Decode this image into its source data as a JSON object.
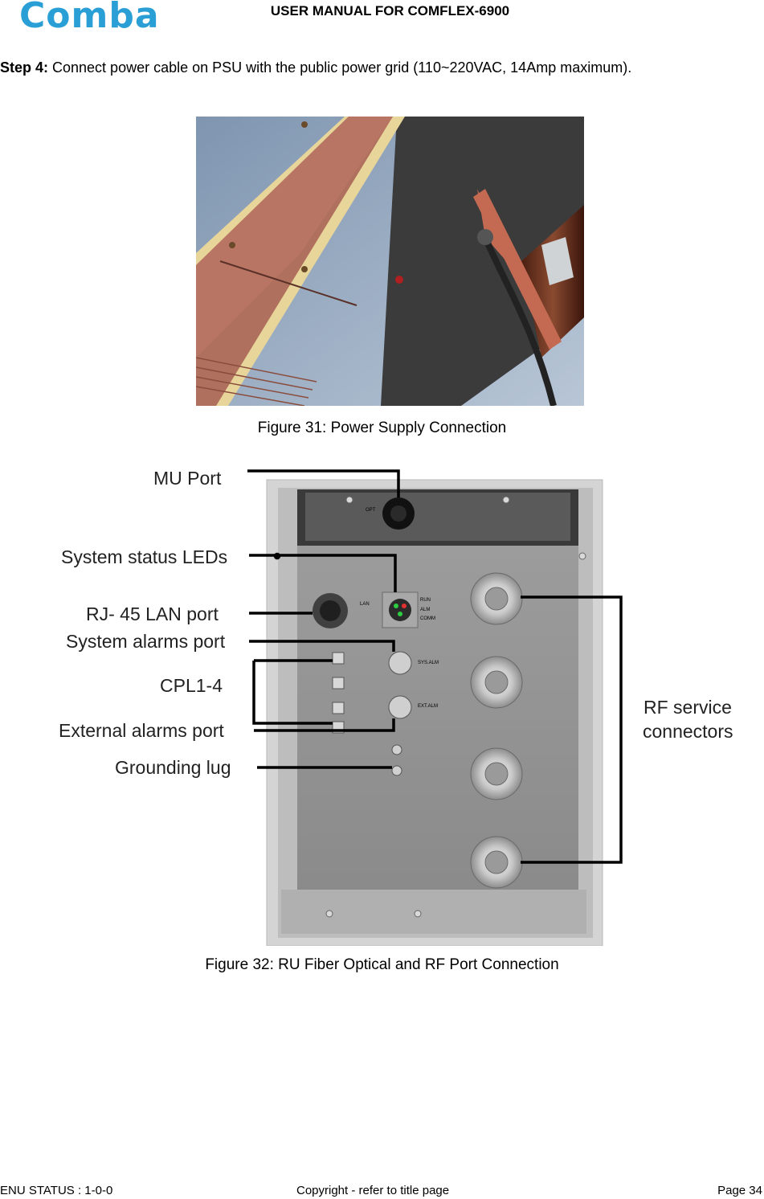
{
  "header": {
    "logo_text": "Comba",
    "title": "USER MANUAL FOR COMFLEX-6900"
  },
  "step": {
    "label": "Step 4:",
    "text": " Connect power cable on PSU with the public power grid (110~220VAC, 14Amp maximum)."
  },
  "figure31": {
    "caption": "Figure 31: Power Supply Connection"
  },
  "figure32": {
    "caption": "Figure 32:  RU Fiber Optical and RF Port Connection",
    "callouts": {
      "mu_port": "MU Port",
      "status_leds": "System status LEDs",
      "rj45": "RJ- 45 LAN port",
      "sys_alarms": "System alarms port",
      "cpl": "CPL1-4",
      "ext_alarms": "External  alarms port",
      "grounding": "Grounding lug",
      "rf_line1": "RF service",
      "rf_line2": "connectors"
    },
    "panel_labels": {
      "opt": "OPT",
      "lan": "LAN",
      "run": "RUN",
      "alm": "ALM",
      "comm": "COMM",
      "sys_alm": "SYS.ALM",
      "ext_alm": "EXT.ALM"
    }
  },
  "footer": {
    "left": "ENU STATUS : 1-0-0",
    "center": "Copyright - refer to title page",
    "right": "Page 34"
  },
  "colors": {
    "logo": "#2a9fd6"
  }
}
